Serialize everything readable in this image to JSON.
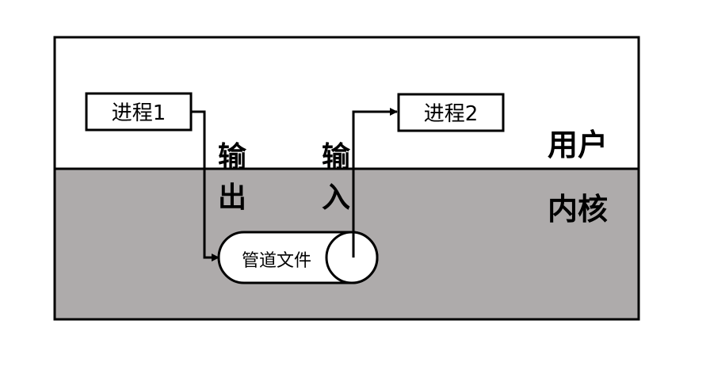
{
  "diagram": {
    "process1": "进程1",
    "process2": "进程2",
    "pipe_file": "管道文件",
    "output_label": [
      "输",
      "出"
    ],
    "input_label": [
      "输",
      "入"
    ],
    "user_space": "用户",
    "kernel_space": "内核"
  },
  "colors": {
    "user_bg": "#ffffff",
    "kernel_bg": "#aeabab",
    "stroke": "#000000"
  }
}
